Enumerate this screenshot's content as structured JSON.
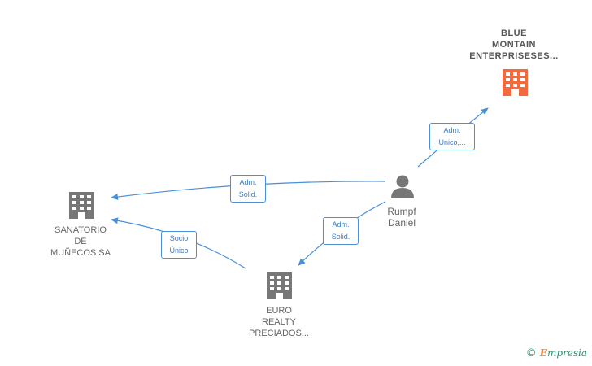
{
  "nodes": {
    "blue_montain": {
      "lines": [
        "BLUE",
        "MONTAIN",
        "ENTERPRISESES..."
      ],
      "color": "#f26a3d",
      "type": "company"
    },
    "sanatorio": {
      "lines": [
        "SANATORIO",
        "DE",
        "MUÑECOS SA"
      ],
      "color": "#777777",
      "type": "company"
    },
    "euro_realty": {
      "lines": [
        "EURO",
        "REALTY",
        "PRECIADOS..."
      ],
      "color": "#777777",
      "type": "company"
    },
    "rumpf": {
      "lines": [
        "Rumpf",
        "Daniel"
      ],
      "color": "#777777",
      "type": "person"
    }
  },
  "edges": {
    "rumpf_to_blue": {
      "lines": [
        "Adm.",
        "Unico,..."
      ]
    },
    "rumpf_to_sanatorio": {
      "lines": [
        "Adm.",
        "Solid."
      ]
    },
    "rumpf_to_euro": {
      "lines": [
        "Adm.",
        "Solid."
      ]
    },
    "euro_to_sanatorio": {
      "lines": [
        "Socio",
        "Único"
      ]
    }
  },
  "edge_color": "#4a90d9",
  "brand": {
    "copyright": "©",
    "initial": "E",
    "rest": "mpresia"
  }
}
